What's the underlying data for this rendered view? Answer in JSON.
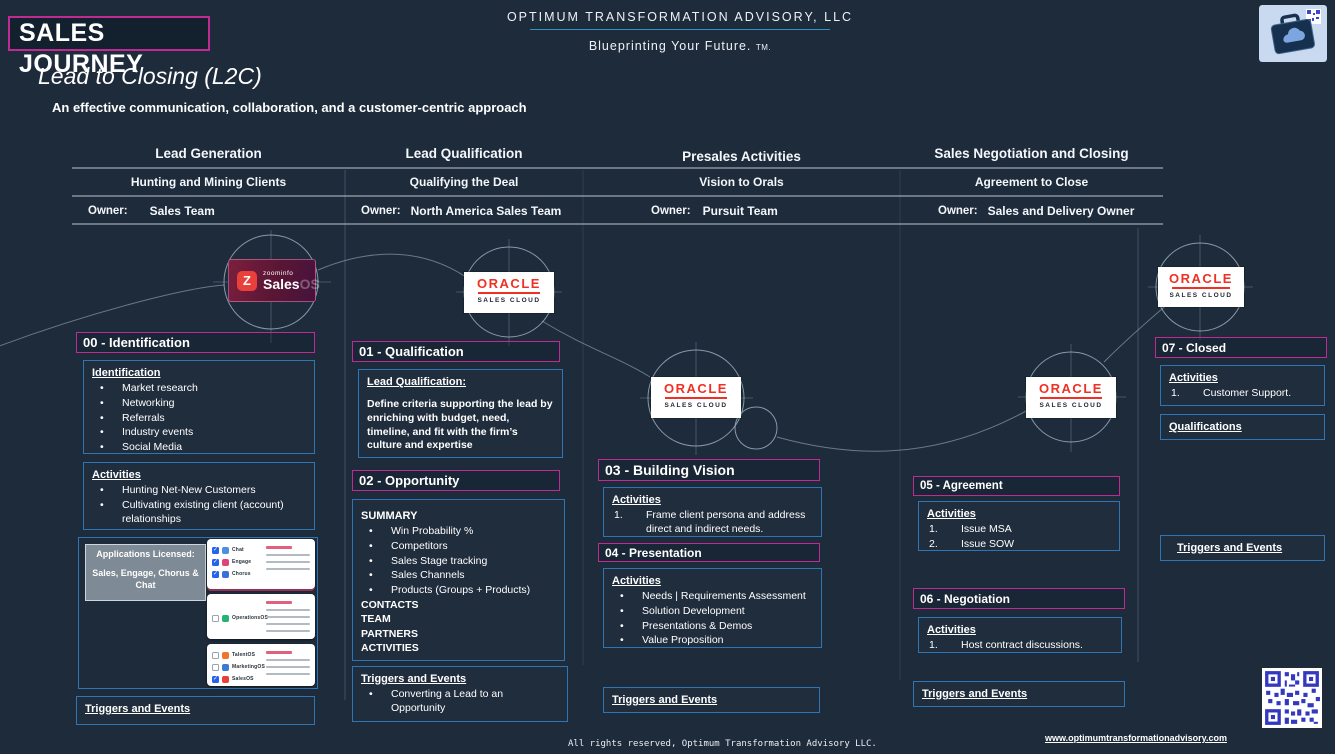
{
  "page": {
    "title": "SALES JOURNEY",
    "company": "OPTIMUM TRANSFORMATION ADVISORY, LLC",
    "tagline": "Blueprinting Your Future.",
    "tagline_suffix": "TM.",
    "heading": "Lead to Closing (L2C)",
    "subheading": "An effective communication, collaboration, and a customer-centric approach"
  },
  "phase_header": {
    "owner_label": "Owner:",
    "phases": [
      {
        "title": "Lead Generation",
        "focus": "Hunting and Mining Clients",
        "owner": "Sales Team"
      },
      {
        "title": "Lead Qualification",
        "focus": "Qualifying the Deal",
        "owner": "North America Sales Team"
      },
      {
        "title": "Presales Activities",
        "focus": "Vision to Orals",
        "owner": "Pursuit Team"
      },
      {
        "title": "Sales Negotiation and Closing",
        "focus": "Agreement to Close",
        "owner": "Sales and Delivery Owner"
      }
    ]
  },
  "logos": {
    "zoominfo": {
      "letter": "Z",
      "brand": "zoominfo",
      "product": "Sales",
      "suffix": "OS"
    },
    "oracle": {
      "brand": "ORACLE",
      "sub": "SALES CLOUD"
    }
  },
  "col1": {
    "stage00": "00 - Identification",
    "identification": {
      "title": "Identification",
      "items": [
        "Market research",
        "Networking",
        "Referrals",
        "Industry events",
        "Social Media"
      ]
    },
    "activities": {
      "title": "Activities",
      "items": [
        "Hunting Net-New Customers",
        "Cultivating existing client (account) relationships"
      ]
    },
    "apps_panel": {
      "licensed_title": "Applications Licensed:",
      "licensed_value": "Sales, Engage, Chorus & Chat",
      "cards": [
        {
          "apps": [
            {
              "name": "Chat",
              "checked": true
            },
            {
              "name": "Engage",
              "checked": true
            },
            {
              "name": "Chorus",
              "checked": true
            }
          ]
        },
        {
          "apps": [
            {
              "name": "OperationsOS",
              "checked": false
            }
          ]
        },
        {
          "apps": [
            {
              "name": "TalentOS",
              "checked": false
            },
            {
              "name": "MarketingOS",
              "checked": false
            },
            {
              "name": "SalesOS",
              "checked": true
            }
          ]
        }
      ]
    },
    "triggers_title": "Triggers and Events"
  },
  "col2": {
    "stage01": "01 - Qualification",
    "lead_qualification": {
      "title": "Lead Qualification:",
      "body": "Define criteria supporting the lead by enriching with budget, need, timeline, and fit with the firm’s culture and expertise"
    },
    "stage02": "02 - Opportunity",
    "summary": {
      "title": "SUMMARY",
      "items": [
        "Win Probability %",
        "Competitors",
        "Sales Stage tracking",
        "Sales Channels",
        "Products (Groups  + Products)"
      ],
      "sections": [
        "CONTACTS",
        "TEAM",
        "PARTNERS",
        "ACTIVITIES"
      ]
    },
    "triggers": {
      "title": "Triggers and Events",
      "items": [
        "Converting a Lead to an Opportunity"
      ]
    }
  },
  "col3": {
    "stage03": "03 - Building Vision",
    "activities1": {
      "title": "Activities",
      "items": [
        "Frame client persona and address direct and indirect needs."
      ]
    },
    "stage04": "04 - Presentation",
    "activities2": {
      "title": "Activities",
      "items": [
        "Needs | Requirements Assessment",
        "Solution Development",
        "Presentations & Demos",
        "Value Proposition"
      ]
    },
    "triggers_title": "Triggers and Events"
  },
  "col4": {
    "stage05": "05 - Agreement",
    "activities1": {
      "title": "Activities",
      "items": [
        "Issue MSA",
        "Issue SOW"
      ]
    },
    "stage06": "06 - Negotiation",
    "activities2": {
      "title": "Activities",
      "items": [
        "Host contract discussions."
      ]
    },
    "triggers_title": "Triggers and Events"
  },
  "col5": {
    "stage07": "07 - Closed",
    "activities": {
      "title": "Activities",
      "items": [
        "Customer Support."
      ]
    },
    "qualifications_title": "Qualifications",
    "triggers_title": "Triggers and Events"
  },
  "footer": {
    "copyright": "All rights reserved, Optimum Transformation Advisory LLC.",
    "website": "www.optimumtransformationadvisory.com"
  },
  "colors": {
    "accent_magenta": "#c02b93",
    "accent_blue": "#2e75b6",
    "oracle_red": "#ee3124",
    "zoominfo_maroon": "#591634",
    "qr_blue": "#3238bf",
    "background": "#1e2b3b"
  }
}
